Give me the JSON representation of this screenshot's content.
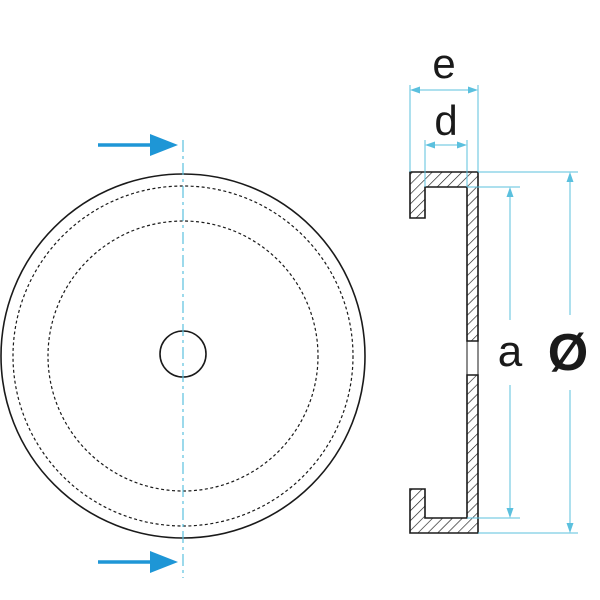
{
  "labels": {
    "e": "e",
    "d": "d",
    "a": "a",
    "diameter": "Ø"
  },
  "colors": {
    "outline": "#1a1a1a",
    "dimension": "#5bc0de",
    "section_arrow": "#1e96d6",
    "hatch": "#1a1a1a",
    "background": "#ffffff"
  },
  "icons": {
    "section_arrow": "right-arrow-icon"
  }
}
